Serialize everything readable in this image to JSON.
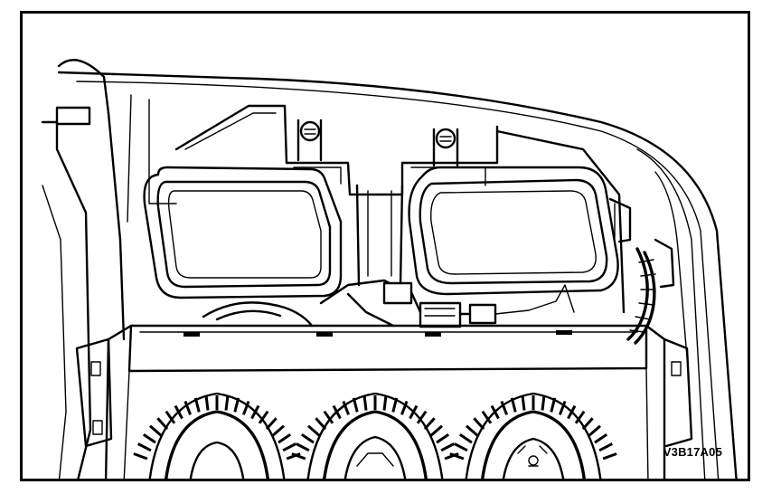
{
  "figure": {
    "code": "V3B17A05",
    "colors": {
      "line": "#000000",
      "background": "#ffffff"
    },
    "parts": [
      "left-duct-opening",
      "right-duct-opening",
      "mounting-screw-left",
      "mounting-screw-right",
      "control-panel",
      "left-knob",
      "center-knob",
      "right-knob",
      "wire-harness",
      "dashboard-trim"
    ]
  }
}
